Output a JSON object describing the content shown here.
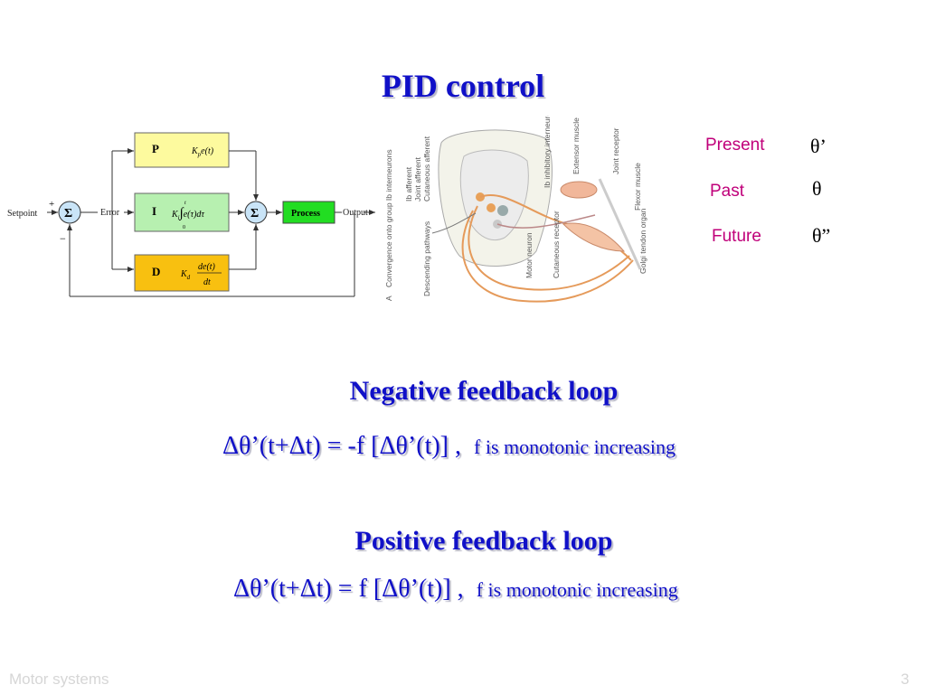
{
  "slide": {
    "title": "PID control",
    "footer": "Motor systems",
    "page_number": "3"
  },
  "pid_diagram": {
    "setpoint_label": "Setpoint",
    "error_label": "Error",
    "output_label": "Output",
    "process_label": "Process",
    "sum_symbol": "Σ",
    "plus_sign": "+",
    "minus_sign": "−",
    "blocks": {
      "p": {
        "letter": "P",
        "formula": "K_p e(t)",
        "color": "#fdfa9e"
      },
      "i": {
        "letter": "I",
        "formula": "K_i ∫_0^t e(τ)dτ",
        "color": "#b7f0b0"
      },
      "d": {
        "letter": "D",
        "formula": "K_d de(t)/dt",
        "color": "#f8c010"
      }
    },
    "process_color": "#22dd22"
  },
  "neural_diagram": {
    "panel_letter": "A",
    "labels": [
      "Convergence onto group Ib interneurons",
      "Ib afferent",
      "Joint afferent",
      "Cutaneous afferent",
      "Descending pathways",
      "Ib inhibitory interneuron",
      "Extensor muscle",
      "Joint receptor",
      "Flexor muscle",
      "Motor neuron",
      "Cutaneous receptor",
      "Golgi tendon organ"
    ]
  },
  "time_legend": [
    {
      "label": "Present",
      "symbol": "θ’"
    },
    {
      "label": "Past",
      "symbol": "θ"
    },
    {
      "label": "Future",
      "symbol": "θ”"
    }
  ],
  "negative_loop": {
    "heading": "Negative feedback loop",
    "equation": "Δθ’(t+Δt) = -f [Δθ’(t)]  ,",
    "note": "f is monotonic increasing"
  },
  "positive_loop": {
    "heading": "Positive feedback loop",
    "equation": "Δθ’(t+Δt) = f [Δθ’(t)]  ,",
    "note": "f is monotonic increasing"
  }
}
